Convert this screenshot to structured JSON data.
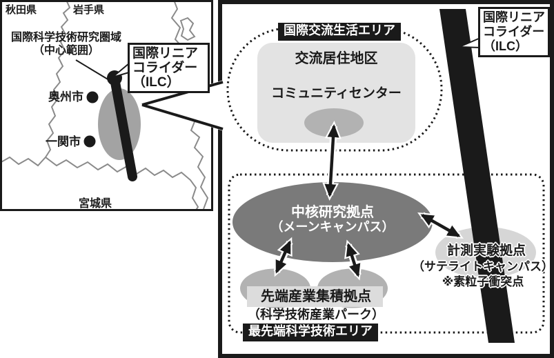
{
  "colors": {
    "ink": "#1a1a1a",
    "map_zone_ellipse": "#a3a3a3",
    "living_rect": "#e3e3e3",
    "mid_gray_ellipse": "#b2b2b2",
    "core_campus_ellipse": "#7a7a7a",
    "satellite_ellipse": "#d6d6d6",
    "industry_band": "#dcdcdc",
    "map_boundary_line": "#8a8a8a"
  },
  "map_panel": {
    "akita": "秋田県",
    "iwate": "岩手県",
    "miyagi": "宮城県",
    "zone_label": {
      "line1": "国際科学技術研究圏域",
      "line2": "（中心範囲）"
    },
    "oshu": "奥州市",
    "ichinoseki": "一関市",
    "ilc_callout": {
      "line1": "国際リニア",
      "line2": "コライダー",
      "line3": "（ILC）"
    }
  },
  "diagram_panel": {
    "living_area": {
      "label": "国際交流生活エリア",
      "district": "交流居住地区",
      "community_center": "コミュニティセンター"
    },
    "tech_area": {
      "label": "最先端科学技術エリア",
      "core_campus": {
        "line1": "中核研究拠点",
        "line2": "（メーンキャンパス）"
      },
      "industry": {
        "line1": "先端産業集積拠点",
        "line2": "（科学技術産業パーク）"
      },
      "satellite": {
        "line1": "計測実験拠点",
        "line2": "（サテライトキャンパス）",
        "line3": "※素粒子衝突点"
      }
    },
    "ilc_callout": {
      "line1": "国際リニア",
      "line2": "コライダー",
      "line3": "（ILC）"
    }
  }
}
